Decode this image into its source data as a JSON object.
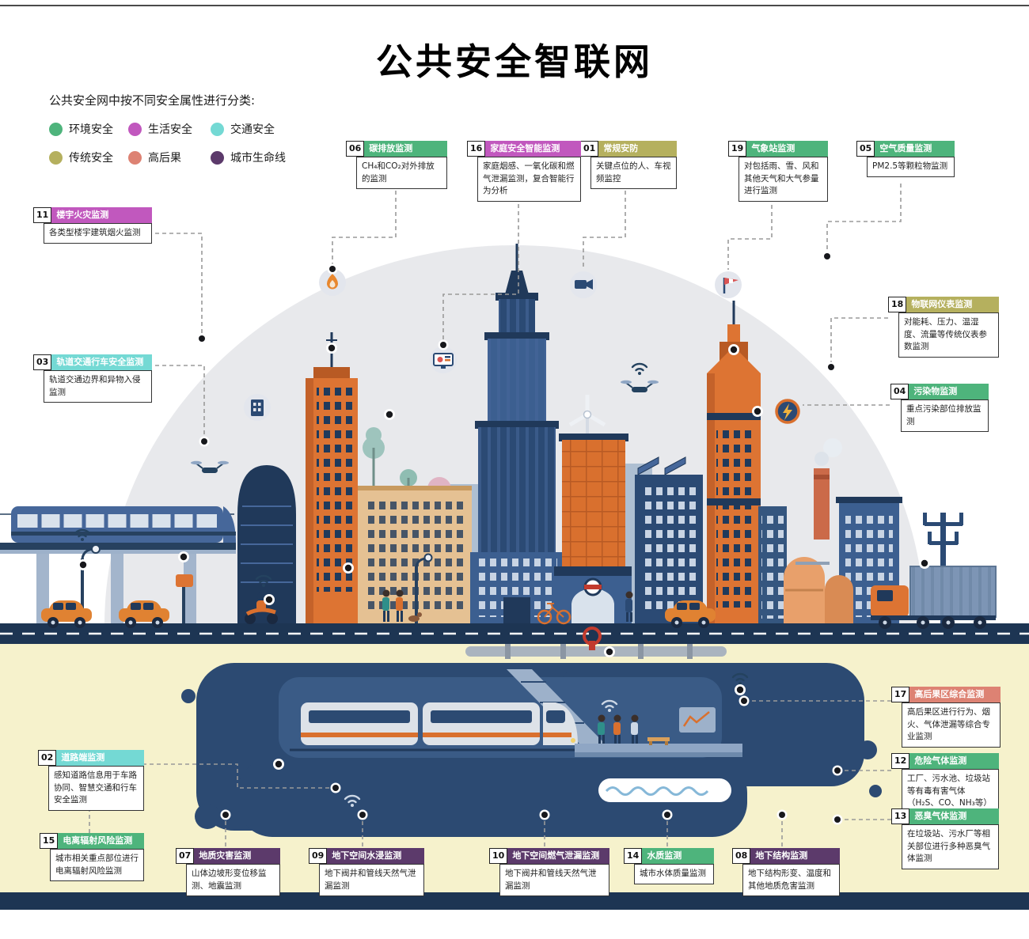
{
  "page": {
    "title": "公共安全智联网"
  },
  "legend": {
    "intro": "公共安全网中按不同安全属性进行分类:",
    "items": [
      {
        "label": "环境安全",
        "color": "#4eb47c"
      },
      {
        "label": "生活安全",
        "color": "#c158be"
      },
      {
        "label": "交通安全",
        "color": "#74d9d4"
      },
      {
        "label": "传统安全",
        "color": "#b5b05e"
      },
      {
        "label": "高后果",
        "color": "#dd8273"
      },
      {
        "label": "城市生命线",
        "color": "#5c3a6b"
      }
    ]
  },
  "callouts": [
    {
      "num": "01",
      "title": "常规安防",
      "desc": "关键点位的人、车视频监控",
      "category": "传统安全",
      "color": "#b5b05e"
    },
    {
      "num": "02",
      "title": "道路端监测",
      "desc": "感知道路信息用于车路协同、智慧交通和行车安全监测",
      "category": "交通安全",
      "color": "#74d9d4"
    },
    {
      "num": "03",
      "title": "轨道交通行车安全监测",
      "desc": "轨道交通边界和异物入侵监测",
      "category": "交通安全",
      "color": "#74d9d4"
    },
    {
      "num": "04",
      "title": "污染物监测",
      "desc": "重点污染部位排放监测",
      "category": "环境安全",
      "color": "#4eb47c"
    },
    {
      "num": "05",
      "title": "空气质量监测",
      "desc": "PM2.5等颗粒物监测",
      "category": "环境安全",
      "color": "#4eb47c"
    },
    {
      "num": "06",
      "title": "碳排放监测",
      "desc": "CH₄和CO₂对外排放的监测",
      "category": "环境安全",
      "color": "#4eb47c"
    },
    {
      "num": "07",
      "title": "地质灾害监测",
      "desc": "山体边坡形变位移监测、地震监测",
      "category": "城市生命线",
      "color": "#5c3a6b"
    },
    {
      "num": "08",
      "title": "地下结构监测",
      "desc": "地下结构形变、温度和其他地质危害监测",
      "category": "城市生命线",
      "color": "#5c3a6b"
    },
    {
      "num": "09",
      "title": "地下空间水浸监测",
      "desc": "地下阀井和管线天然气泄漏监测",
      "category": "城市生命线",
      "color": "#5c3a6b"
    },
    {
      "num": "10",
      "title": "地下空间燃气泄漏监测",
      "desc": "地下阀井和管线天然气泄漏监测",
      "category": "城市生命线",
      "color": "#5c3a6b"
    },
    {
      "num": "11",
      "title": "楼宇火灾监测",
      "desc": "各类型楼宇建筑烟火监测",
      "category": "生活安全",
      "color": "#c158be"
    },
    {
      "num": "12",
      "title": "危险气体监测",
      "desc": "工厂、污水池、垃圾站等有毒有害气体（H₂S、CO、NH₃等）监测",
      "category": "环境安全",
      "color": "#4eb47c"
    },
    {
      "num": "13",
      "title": "恶臭气体监测",
      "desc": "在垃圾站、污水厂等相关部位进行多种恶臭气体监测",
      "category": "环境安全",
      "color": "#4eb47c"
    },
    {
      "num": "14",
      "title": "水质监测",
      "desc": "城市水体质量监测",
      "category": "环境安全",
      "color": "#4eb47c"
    },
    {
      "num": "15",
      "title": "电离辐射风险监测",
      "desc": "城市相关重点部位进行电离辐射风险监测",
      "category": "环境安全",
      "color": "#4eb47c"
    },
    {
      "num": "16",
      "title": "家庭安全智能监测",
      "desc": "家庭烟感、一氧化碳和燃气泄漏监测，复合智能行为分析",
      "category": "生活安全",
      "color": "#c158be"
    },
    {
      "num": "17",
      "title": "高后果区综合监测",
      "desc": "高后果区进行行为、烟火、气体泄漏等综合专业监测",
      "category": "高后果",
      "color": "#dd8273"
    },
    {
      "num": "18",
      "title": "物联网仪表监测",
      "desc": "对能耗、压力、温湿度、流量等传统仪表参数监测",
      "category": "传统安全",
      "color": "#b5b05e"
    },
    {
      "num": "19",
      "title": "气象站监测",
      "desc": "对包括雨、雪、风和其他天气和大气参量进行监测",
      "category": "环境安全",
      "color": "#4eb47c"
    }
  ],
  "icons": [
    "flame-icon",
    "screen-icon",
    "camera-icon",
    "windsock-icon",
    "lightning-icon",
    "building-icon",
    "drone-icon",
    "wifi-icon",
    "sensor-dot"
  ],
  "palette": {
    "navy": "#2b4a74",
    "dark_navy": "#1d3553",
    "orange": "#dd7433",
    "dome_gray": "#e8e9ec",
    "underground_yellow": "#f6f2cc"
  }
}
